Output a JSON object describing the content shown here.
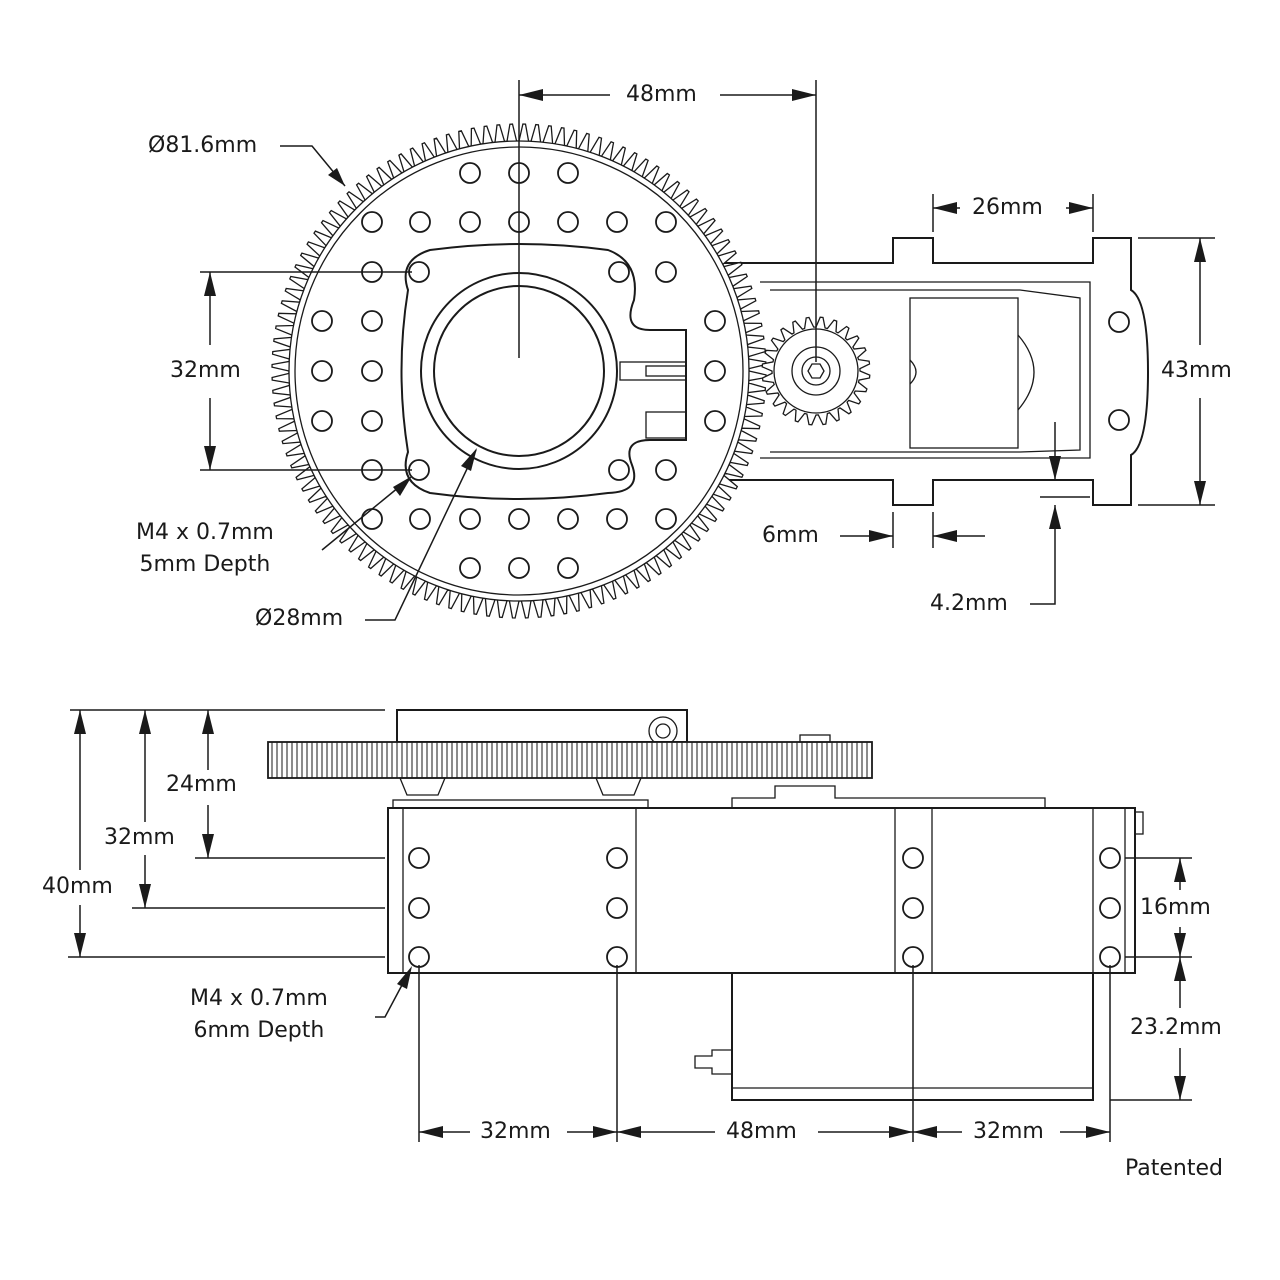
{
  "labels": {
    "top_48": "48mm",
    "dia_816": "Ø81.6mm",
    "w_26": "26mm",
    "h_32": "32mm",
    "h_43": "43mm",
    "tap_top_1": "M4 x 0.7mm",
    "tap_top_2": "5mm Depth",
    "w_6": "6mm",
    "dia_28": "Ø28mm",
    "d_42": "4.2mm",
    "s_24": "24mm",
    "s_32": "32mm",
    "s_40": "40mm",
    "s_16": "16mm",
    "tap_side_1": "M4 x 0.7mm",
    "tap_side_2": "6mm Depth",
    "s_232": "23.2mm",
    "b_32a": "32mm",
    "b_48": "48mm",
    "b_32b": "32mm",
    "patent": "Patented"
  }
}
